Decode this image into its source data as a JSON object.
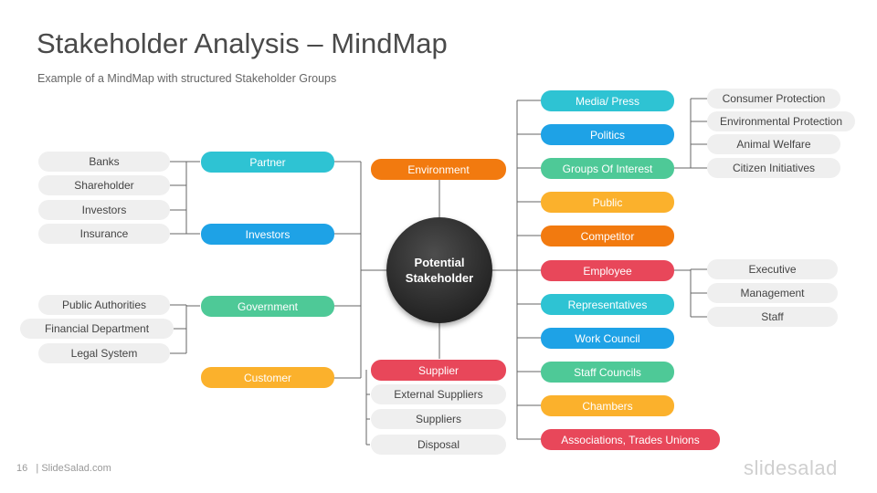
{
  "title": "Stakeholder Analysis – MindMap",
  "subtitle": "Example of a MindMap  with structured Stakeholder Groups",
  "center": {
    "line1": "Potential",
    "line2": "Stakeholder"
  },
  "colors": {
    "orange": "#f27a0f",
    "teal": "#2ec3d3",
    "blue": "#1ea2e6",
    "green": "#4ec997",
    "yellow": "#fbb12c",
    "red": "#e8475a",
    "grey": "#efefef"
  },
  "left_nodes": [
    {
      "label": "Partner",
      "color": "teal",
      "children": [
        "Banks",
        "Shareholder"
      ]
    },
    {
      "label": "Investors",
      "color": "blue",
      "children": [
        "Investors",
        "Insurance"
      ]
    },
    {
      "label": "Government",
      "color": "green",
      "children": [
        "Public Authorities",
        "Financial Department",
        "Legal System"
      ]
    },
    {
      "label": "Customer",
      "color": "yellow",
      "children": []
    }
  ],
  "top_node": {
    "label": "Environment",
    "color": "orange"
  },
  "bottom_node": {
    "label": "Supplier",
    "color": "red",
    "children": [
      "External Suppliers",
      "Suppliers",
      "Disposal"
    ]
  },
  "right_nodes": [
    {
      "label": "Media/ Press",
      "color": "teal"
    },
    {
      "label": "Politics",
      "color": "blue"
    },
    {
      "label": "Groups Of Interest",
      "color": "green",
      "children": [
        "Consumer Protection",
        "Environmental Protection",
        "Animal Welfare",
        "Citizen Initiatives"
      ]
    },
    {
      "label": "Public",
      "color": "yellow"
    },
    {
      "label": "Competitor",
      "color": "orange"
    },
    {
      "label": "Employee",
      "color": "red",
      "children": [
        "Executive",
        "Management",
        "Staff"
      ]
    },
    {
      "label": "Representatives",
      "color": "teal"
    },
    {
      "label": "Work Council",
      "color": "blue"
    },
    {
      "label": "Staff Councils",
      "color": "green"
    },
    {
      "label": "Chambers",
      "color": "yellow"
    },
    {
      "label": "Associations, Trades Unions",
      "color": "red"
    }
  ],
  "footer": {
    "page": "16",
    "site": "| SlideSalad.com"
  },
  "brand": "slidesalad"
}
